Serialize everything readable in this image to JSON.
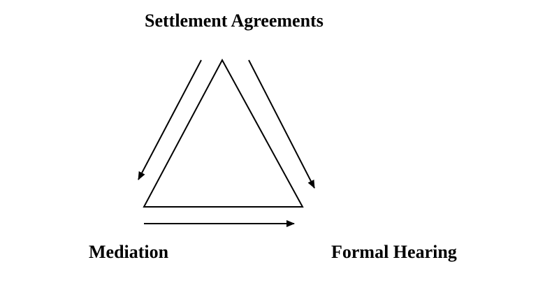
{
  "diagram": {
    "nodes": {
      "top": "Settlement Agreements",
      "left": "Mediation",
      "right": "Formal Hearing"
    },
    "edges": [
      {
        "from": "Settlement Agreements",
        "to": "Mediation"
      },
      {
        "from": "Settlement Agreements",
        "to": "Formal Hearing"
      },
      {
        "from": "Mediation",
        "to": "Formal Hearing"
      }
    ],
    "colors": {
      "stroke": "#000000",
      "background": "#ffffff",
      "text": "#000000"
    }
  }
}
